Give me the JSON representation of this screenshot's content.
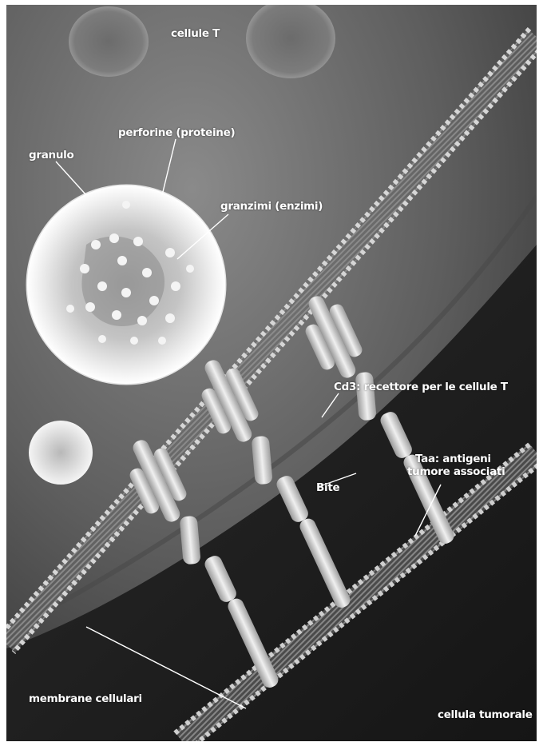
{
  "labels": {
    "cellule_t": "cellule T",
    "perforine": "perforine (proteine)",
    "granulo": "granulo",
    "granzimi": "granzimi (enzimi)",
    "cd3": "Cd3: recettore per le cellule T",
    "taa_line1": "Taa: antigeni",
    "taa_line2": "tumore associati",
    "bite": "Bite",
    "membrane": "membrane cellulari",
    "cellula_tumorale": "cellula tumorale"
  },
  "colors": {
    "background": "#2e2e2e",
    "t_cell_region": "#6d6d6d",
    "tumor_region": "#1c1c1c",
    "granule": "#eeeeee",
    "membrane_beads": "#bdbdbd",
    "receptor": "#dedede",
    "label_text": "#ffffff"
  }
}
